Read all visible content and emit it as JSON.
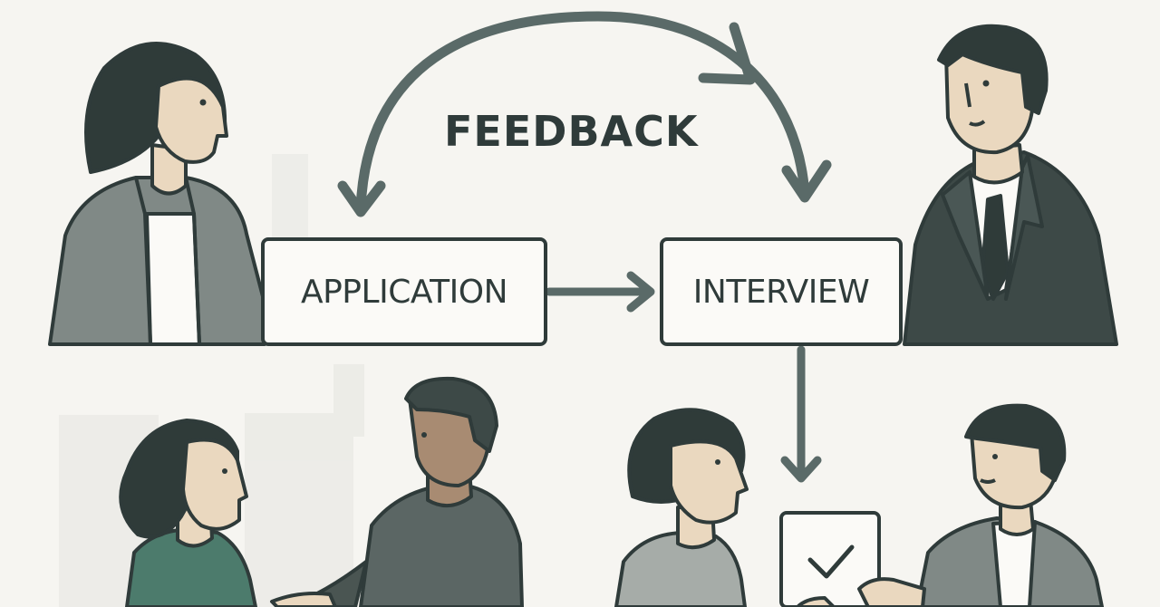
{
  "diagram": {
    "feedback_label": "FEEDBACK",
    "steps": [
      {
        "label": "APPLICATION"
      },
      {
        "label": "INTERVIEW"
      }
    ]
  },
  "colors": {
    "background": "#f6f5f1",
    "stroke": "#2f3b3a",
    "arrow": "#5a6a68",
    "skin": "#ead8bf",
    "hair": "#2f3b39",
    "gray_jacket": "#808986",
    "dark_suit": "#3d4947",
    "green_top": "#4c7b6c"
  },
  "icons": [
    "check-icon"
  ]
}
